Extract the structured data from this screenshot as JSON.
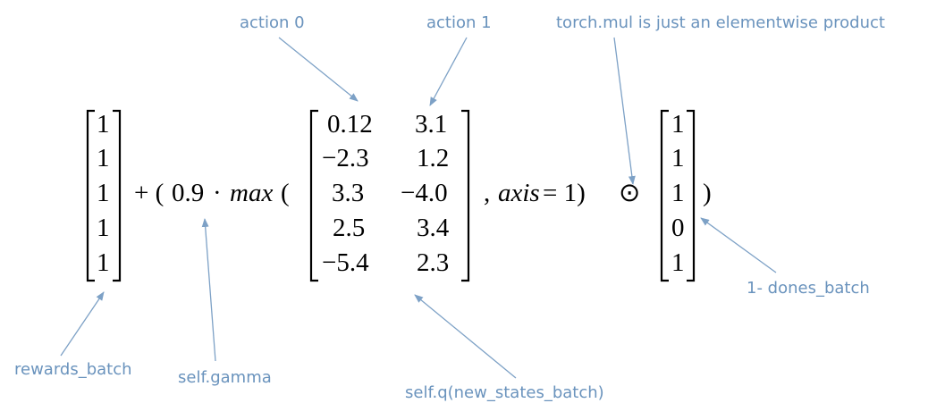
{
  "annotations": {
    "action0": "action 0",
    "action1": "action 1",
    "torch_mul": "torch.mul is just an elementwise product",
    "rewards": "rewards_batch",
    "gamma": "self.gamma",
    "q_new_states": "self.q(new_states_batch)",
    "dones": "1- dones_batch"
  },
  "equation": {
    "rewards_vector": [
      "1",
      "1",
      "1",
      "1",
      "1"
    ],
    "plus_paren": "+ (",
    "gamma_value": "0.9",
    "cdot": "·",
    "max_fn": "max",
    "max_paren": "(",
    "q_matrix": [
      [
        "0.12",
        "3.1"
      ],
      [
        "−2.3",
        "1.2"
      ],
      [
        "3.3",
        "−4.0"
      ],
      [
        "2.5",
        "3.4"
      ],
      [
        "−5.4",
        "2.3"
      ]
    ],
    "comma": ",",
    "axis_name": "axis",
    "axis_eq": "= 1)",
    "odot": "⊙",
    "dones_vector": [
      "1",
      "1",
      "1",
      "0",
      "1"
    ],
    "close_paren": ")"
  },
  "colors": {
    "annotation": "#6a93bd",
    "arrow": "#7da1c6",
    "math": "#000000"
  }
}
